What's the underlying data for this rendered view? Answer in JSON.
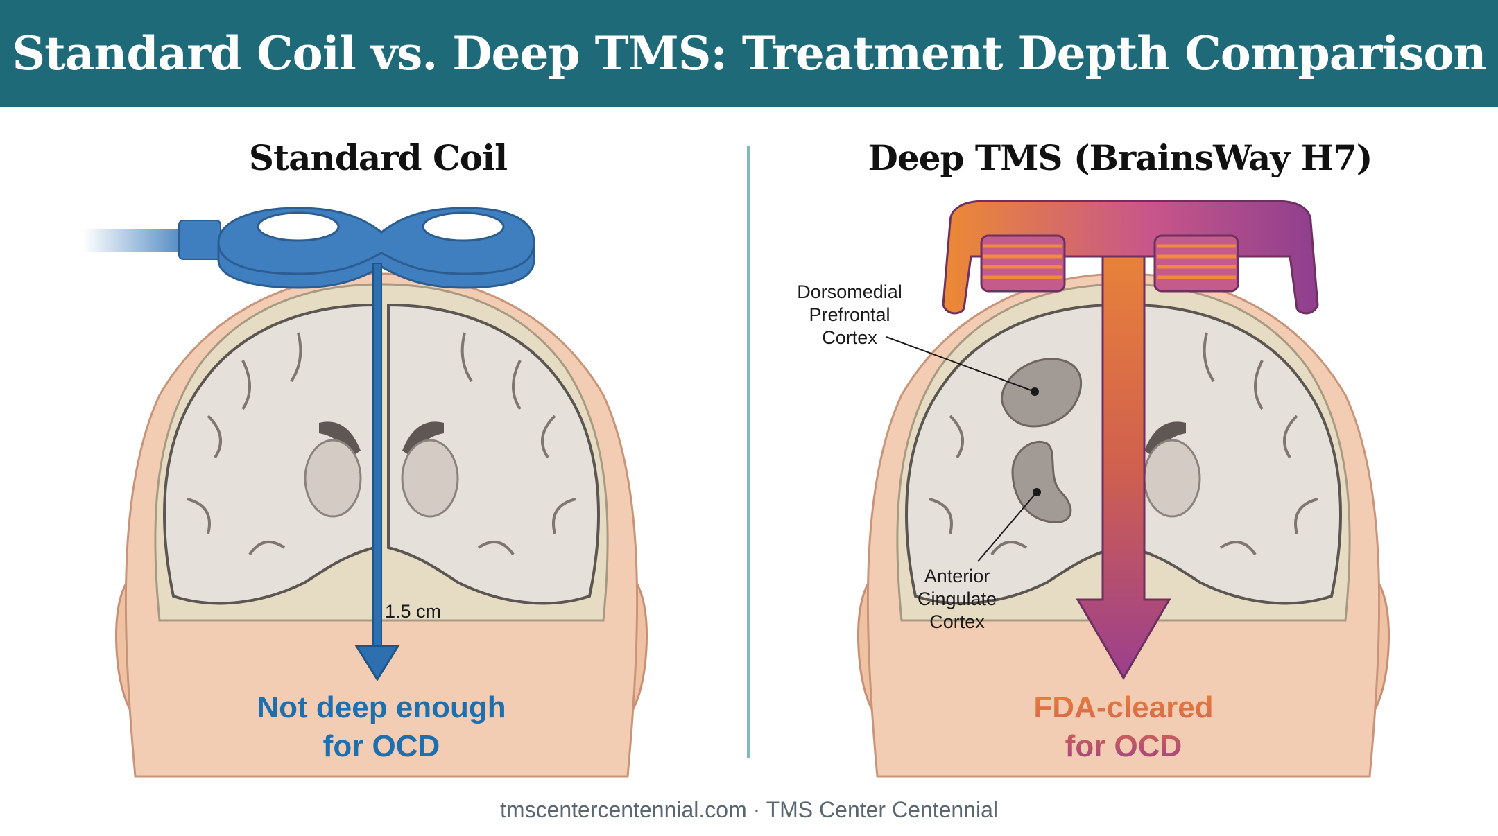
{
  "title": "Standard Coil vs. Deep TMS: Treatment Depth Comparison",
  "left_panel": {
    "title": "Standard Coil",
    "depth_label": "1.5 cm",
    "caption_line1": "Not deep enough",
    "caption_line2": "for OCD"
  },
  "right_panel": {
    "title": "Deep TMS (BrainsWay H7)",
    "label_dpfc": [
      "Dorsomedial",
      "Prefrontal",
      "Cortex"
    ],
    "label_acc": [
      "Anterior",
      "Cingulate",
      "Cortex"
    ],
    "caption_line1": "FDA-cleared",
    "caption_line2": "for OCD"
  },
  "footer": "tmscentercentennial.com · TMS Center Centennial",
  "colors": {
    "header": "#1f6a78",
    "standard_coil": "#3f7fbf",
    "standard_caption": "#1e6fae",
    "deep_orange": "#e8813a",
    "deep_purple": "#9b3f8e",
    "divider": "#7fb8c0"
  }
}
